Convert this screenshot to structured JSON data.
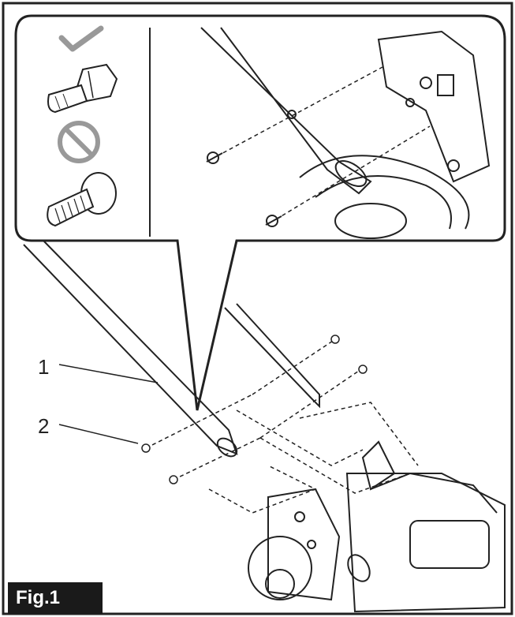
{
  "figure": {
    "label": "Fig.1",
    "callouts": [
      {
        "number": "1",
        "part": "handle-bar"
      },
      {
        "number": "2",
        "part": "bolt"
      }
    ],
    "inset": {
      "correct_symbol": "checkmark-icon",
      "incorrect_symbol": "prohibited-icon"
    },
    "colors": {
      "line": "#222222",
      "symbol_gray": "#999999",
      "label_bg": "#1a1a1a",
      "label_text": "#ffffff"
    }
  }
}
